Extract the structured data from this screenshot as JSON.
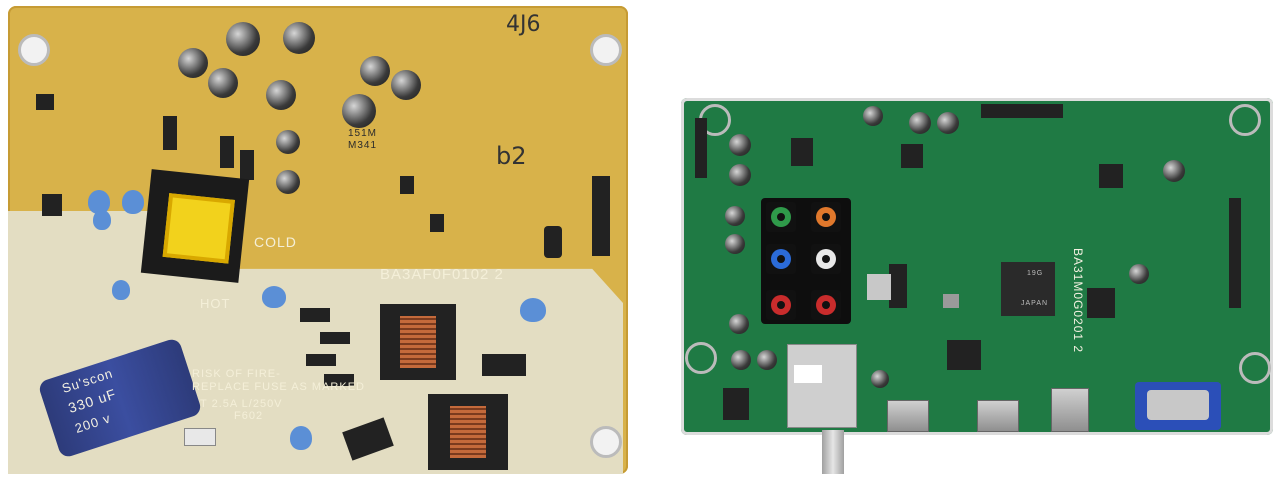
{
  "psu_board": {
    "part_number": "BA3AF0F0102 2",
    "cold_label": "COLD",
    "hot_label": "HOT",
    "warning_line1": "RISK OF FIRE-",
    "warning_line2": "REPLACE FUSE AS MARKED",
    "fuse_rating": "T 2.5A L/250V",
    "fuse_ref": "F602",
    "cap_brand": "Su'scon",
    "cap_value": "330 uF",
    "cap_voltage": "200 v",
    "inductor_label": "151M",
    "inductor_label2": "M341",
    "handwritten_top": "4J6",
    "handwritten_mid": "b2",
    "board_color": "#d8b24a",
    "hot_zone_color": "#e3ddc2"
  },
  "main_board": {
    "part_number": "BA31M0G0201 2",
    "chip_marking_1": "19G",
    "chip_marking_2": "JAPAN",
    "board_color": "#1f7a44"
  }
}
